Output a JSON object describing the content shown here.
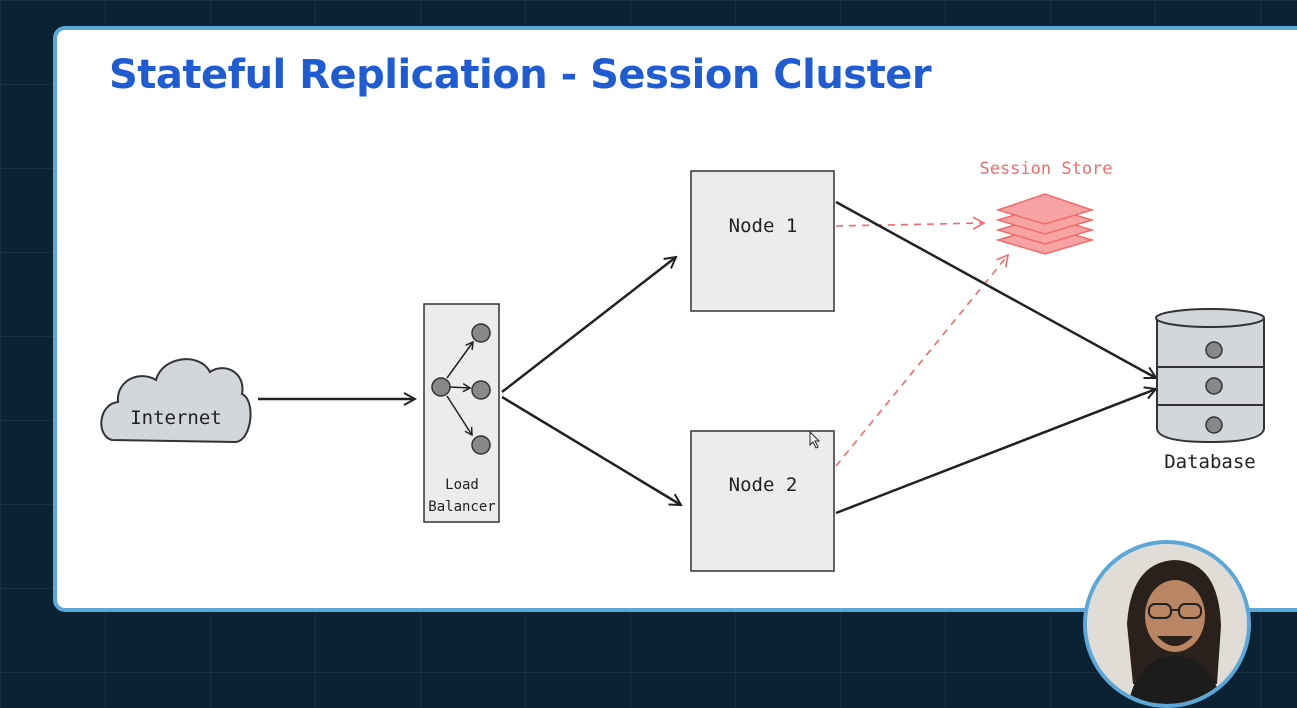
{
  "slide": {
    "title": "Stateful Replication - Session Cluster"
  },
  "diagram": {
    "internet_label": "Internet",
    "load_balancer_label_line1": "Load",
    "load_balancer_label_line2": "Balancer",
    "node1_label": "Node 1",
    "node2_label": "Node 2",
    "session_store_label": "Session Store",
    "database_label": "Database"
  },
  "colors": {
    "title": "#1f5bd1",
    "session_store": "#f26b6b",
    "node_fill": "#ececec",
    "database_fill": "#d3d6da",
    "frame_border": "#5aa7d8"
  }
}
